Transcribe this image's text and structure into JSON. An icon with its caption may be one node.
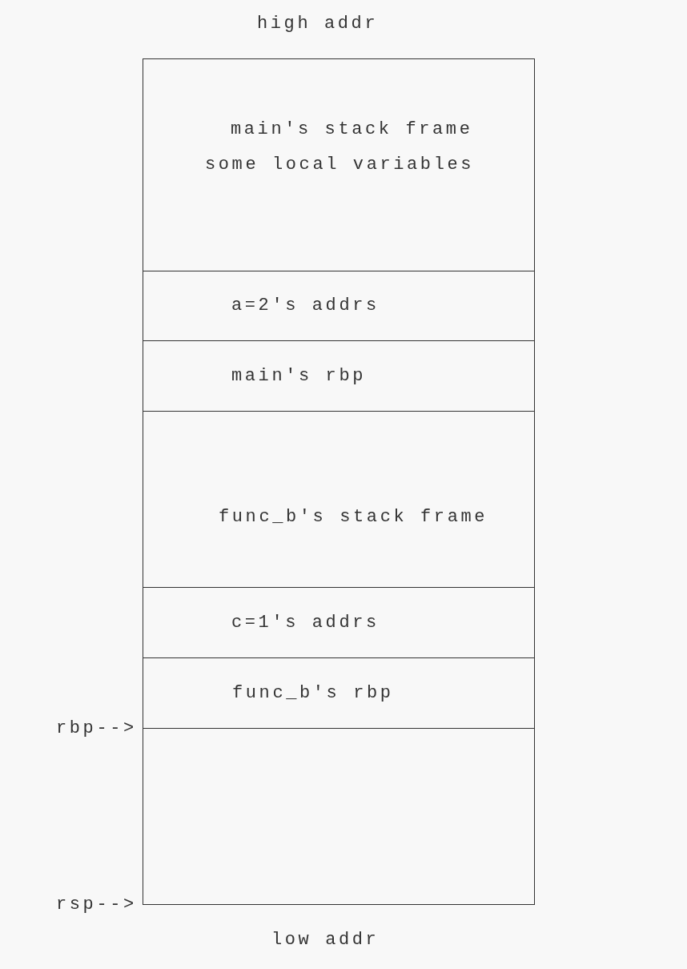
{
  "diagram": {
    "nodes": [
      {
        "text": [
          "main's stack frame",
          "some local variables"
        ]
      },
      {
        "text": [
          "a=2's addrs"
        ]
      },
      {
        "text": [
          "main's rbp"
        ]
      },
      {
        "text": [
          "func_b's stack frame"
        ]
      },
      {
        "text": [
          "c=1's addrs"
        ]
      },
      {
        "text": [
          "func_b's rbp"
        ]
      },
      {
        "text": [],
        "shape": "box"
      }
    ],
    "labels": [
      "high addr",
      "rbp-->",
      "rsp-->",
      "low addr"
    ]
  }
}
